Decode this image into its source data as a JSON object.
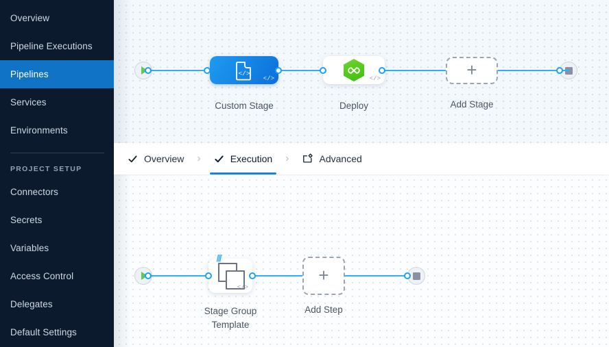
{
  "sidebar": {
    "items": [
      {
        "label": "Overview",
        "active": false
      },
      {
        "label": "Pipeline Executions",
        "active": false
      },
      {
        "label": "Pipelines",
        "active": true
      },
      {
        "label": "Services",
        "active": false
      },
      {
        "label": "Environments",
        "active": false
      }
    ],
    "section_label": "PROJECT SETUP",
    "setup_items": [
      {
        "label": "Connectors"
      },
      {
        "label": "Secrets"
      },
      {
        "label": "Variables"
      },
      {
        "label": "Access Control"
      },
      {
        "label": "Delegates"
      },
      {
        "label": "Default Settings"
      }
    ],
    "active_color": "#1073c5",
    "background_color": "#0b1b2d"
  },
  "tabs": {
    "items": [
      {
        "label": "Overview",
        "icon": "check-icon",
        "active": false
      },
      {
        "label": "Execution",
        "icon": "check-icon",
        "active": true
      },
      {
        "label": "Advanced",
        "icon": "advanced-settings-icon",
        "active": false
      }
    ],
    "separator": "›",
    "active_underline_color": "#1b84d6"
  },
  "stage_canvas": {
    "start_node": "start-icon",
    "end_node": "stop-icon",
    "stages": [
      {
        "label": "Custom Stage",
        "icon": "custom-stage-code-icon",
        "type": "custom",
        "code_badge": "</>"
      },
      {
        "label": "Deploy",
        "icon": "harness-cd-hexagon-icon",
        "type": "deploy",
        "code_badge": "</>"
      },
      {
        "label": "Add Stage",
        "icon": "plus-icon",
        "type": "add"
      }
    ]
  },
  "step_canvas": {
    "start_node": "start-icon",
    "end_node": "stop-icon",
    "steps": [
      {
        "label": "Stage Group Template",
        "label_line1": "Stage Group",
        "label_line2": "Template",
        "icon": "stage-group-template-icon",
        "type": "template",
        "code_badge": "</>",
        "template_badge": "|||"
      },
      {
        "label": "Add Step",
        "icon": "plus-icon",
        "type": "add"
      }
    ]
  },
  "colors": {
    "wire": "#29b0f5",
    "port_stroke": "#1da1f2",
    "custom_stage_gradient_from": "#1d9bf0",
    "custom_stage_gradient_to": "#0d6fdb",
    "deploy_hex": "#52c41a",
    "canvas_top_bg": "#f3f8fc",
    "canvas_bottom_bg": "#fbfdff"
  }
}
